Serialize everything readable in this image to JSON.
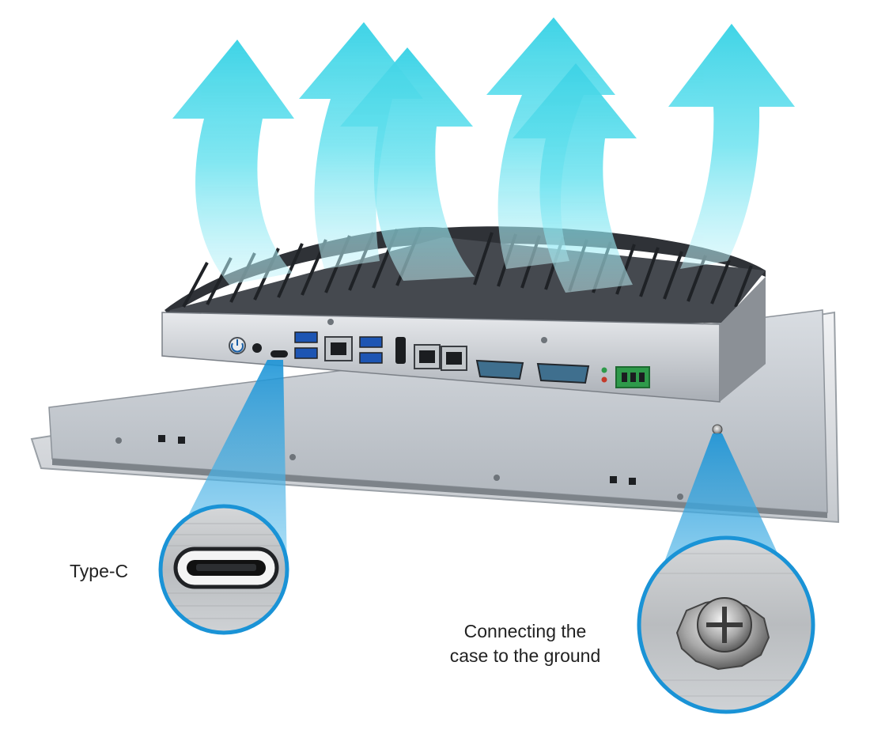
{
  "callouts": {
    "type_c": {
      "label": "Type-C"
    },
    "ground": {
      "line1": "Connecting the",
      "line2": "case to the ground"
    }
  },
  "colors": {
    "airflow_arrow": "#3fd9e8",
    "callout_blue": "#1a93d6",
    "chassis_gray": "#c8ccd1",
    "heatsink_dark": "#3a3d42",
    "terminal_green": "#2e9a4a"
  },
  "icons": [
    "airflow-arrow-icon",
    "power-button-icon",
    "usb-3-icon",
    "rj45-lan-icon",
    "hdmi-port-icon",
    "serial-db9-icon",
    "usb-type-c-icon",
    "ground-screw-icon"
  ]
}
